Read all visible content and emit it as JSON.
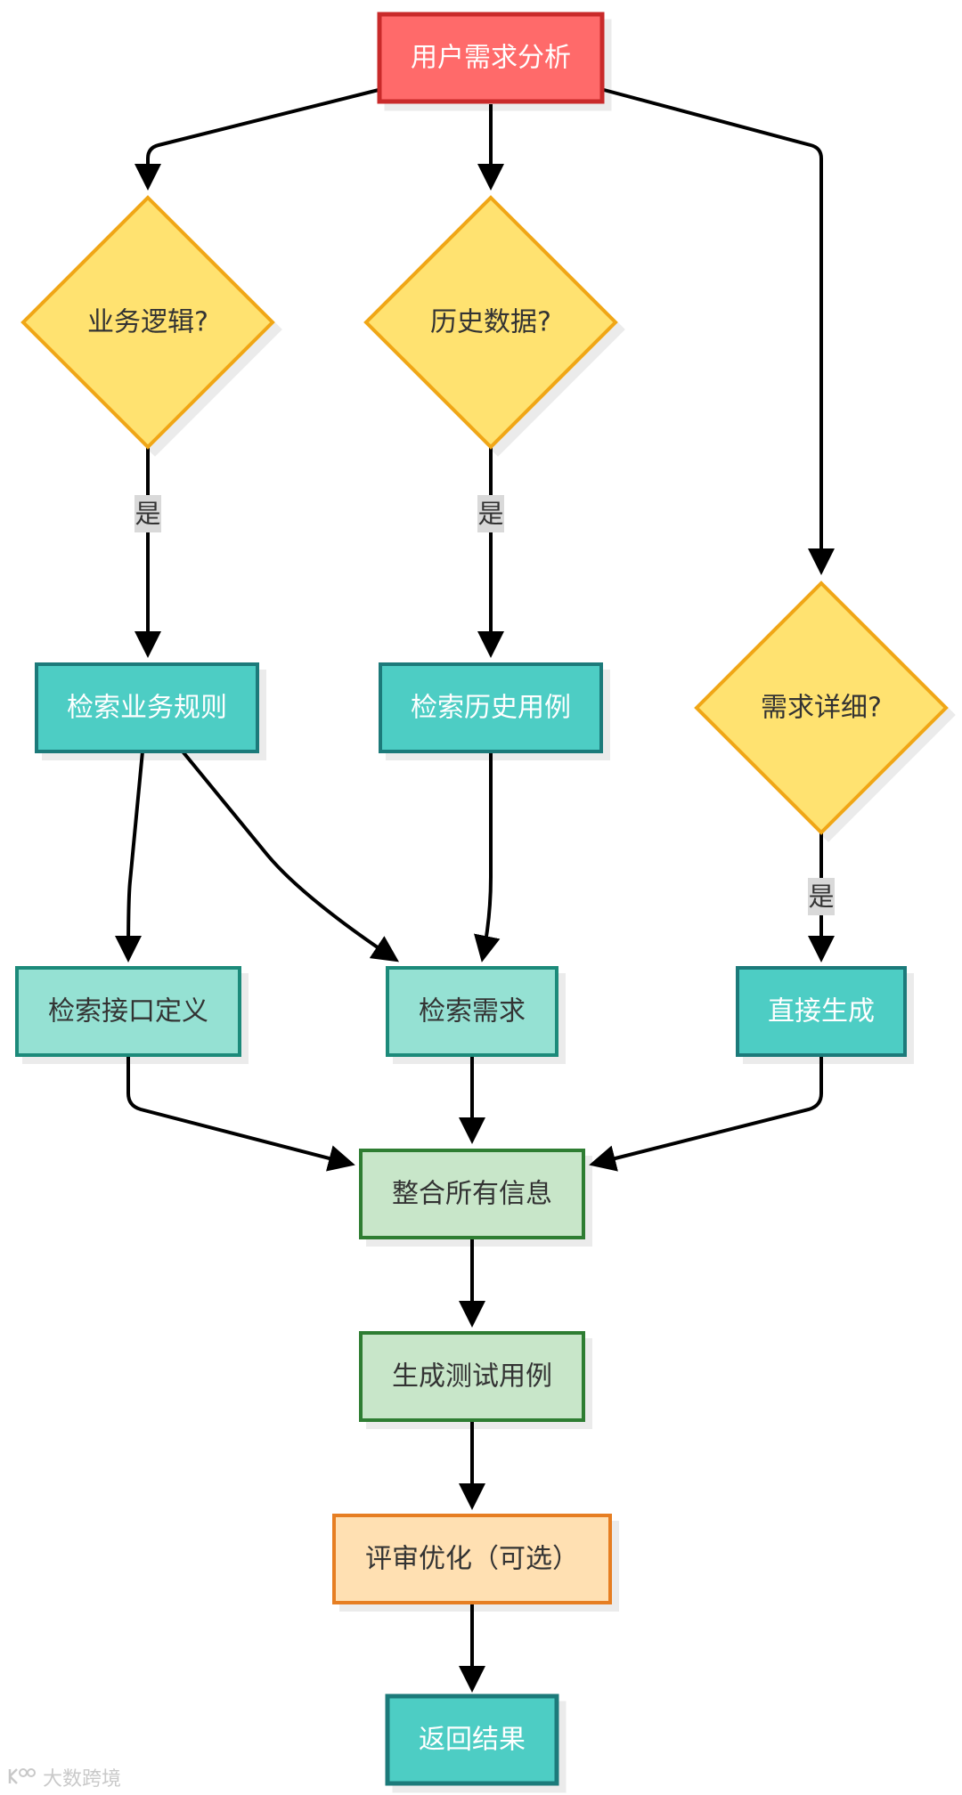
{
  "nodes": {
    "start": {
      "label": "用户需求分析"
    },
    "q_business": {
      "label": "业务逻辑?"
    },
    "q_history": {
      "label": "历史数据?"
    },
    "q_detail": {
      "label": "需求详细?"
    },
    "search_rules": {
      "label": "检索业务规则"
    },
    "search_history": {
      "label": "检索历史用例"
    },
    "search_api": {
      "label": "检索接口定义"
    },
    "search_req": {
      "label": "检索需求"
    },
    "direct_gen": {
      "label": "直接生成"
    },
    "integrate": {
      "label": "整合所有信息"
    },
    "gen_tests": {
      "label": "生成测试用例"
    },
    "review": {
      "label": "评审优化（可选）"
    },
    "result": {
      "label": "返回结果"
    }
  },
  "edge_labels": {
    "yes_business": "是",
    "yes_history": "是",
    "yes_detail": "是"
  },
  "watermark": {
    "text": "大数跨境"
  },
  "colors": {
    "start_fill": "#ff6b6b",
    "start_stroke": "#c92a2a",
    "decision_fill": "#ffe26f",
    "decision_stroke": "#f0a616",
    "teal_fill": "#4ecdc4",
    "teal_stroke": "#1a7a7a",
    "light_teal_fill": "#95e1d3",
    "light_teal_stroke": "#1a8a7a",
    "green_fill": "#c8e6c9",
    "green_stroke": "#2e7d32",
    "orange_fill": "#ffe0b2",
    "orange_stroke": "#e67e22",
    "edge": "#000000",
    "label_bg": "#d9d9d9"
  }
}
